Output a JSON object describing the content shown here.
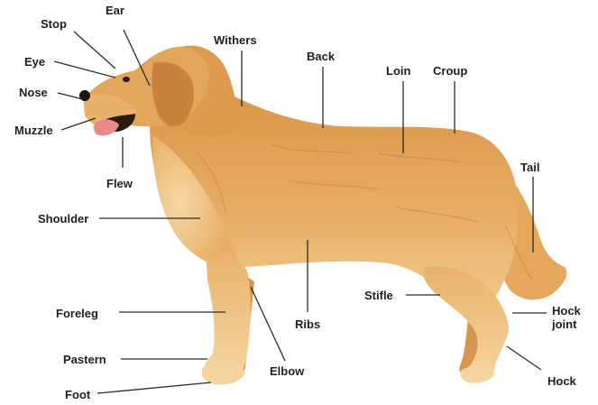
{
  "labels": {
    "stop": "Stop",
    "ear": "Ear",
    "eye": "Eye",
    "nose": "Nose",
    "muzzle": "Muzzle",
    "flew": "Flew",
    "withers": "Withers",
    "back": "Back",
    "loin": "Loin",
    "croup": "Croup",
    "tail": "Tail",
    "shoulder": "Shoulder",
    "foreleg": "Foreleg",
    "ribs": "Ribs",
    "stifle": "Stifle",
    "hock_joint_line1": "Hock",
    "hock_joint_line2": "joint",
    "pastern": "Pastern",
    "elbow": "Elbow",
    "hock": "Hock",
    "foot": "Foot"
  },
  "colors": {
    "coat_main": "#e2a35a",
    "coat_light": "#f3cf97",
    "coat_dark": "#c9823b",
    "label_text": "#1f1f1f",
    "leader_line": "#2a2a2a"
  },
  "image": {
    "subject": "golden-retriever-side-view",
    "icon": "dog-illustration"
  }
}
